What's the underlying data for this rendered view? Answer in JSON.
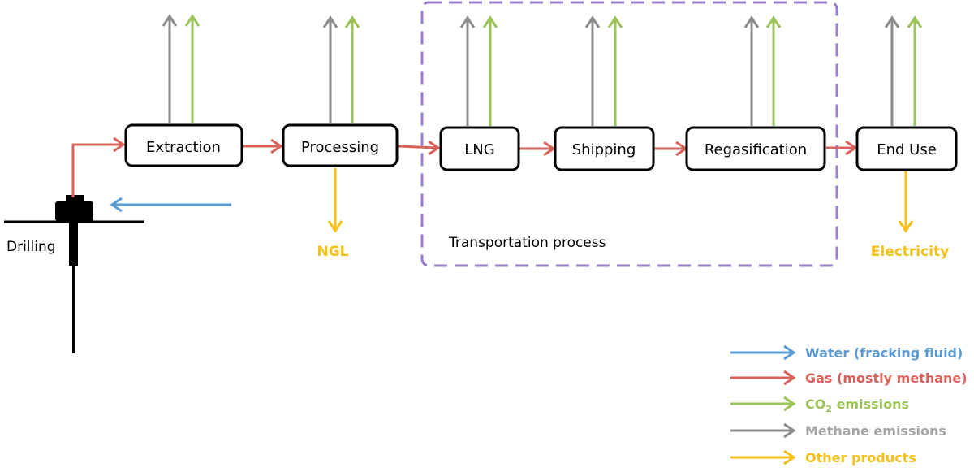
{
  "colors": {
    "water": "#5b9bd5",
    "gas": "#d9625b",
    "co2": "#9bc35a",
    "methane": "#8c8c8c",
    "product": "#f5c018",
    "transport_box": "#9b7fcf",
    "ink": "#000000"
  },
  "nodes": [
    {
      "id": "extraction",
      "label": "Extraction"
    },
    {
      "id": "processing",
      "label": "Processing"
    },
    {
      "id": "lng",
      "label": "LNG"
    },
    {
      "id": "shipping",
      "label": "Shipping"
    },
    {
      "id": "regasification",
      "label": "Regasification"
    },
    {
      "id": "end_use",
      "label": "End Use"
    }
  ],
  "drilling_label": "Drilling",
  "transport_group_label": "Transportation process",
  "products": {
    "ngl": "NGL",
    "electricity": "Electricity"
  },
  "legend": [
    {
      "key": "water",
      "label": "Water (fracking fluid)"
    },
    {
      "key": "gas",
      "label": "Gas (mostly methane)"
    },
    {
      "key": "co2",
      "label_main": "CO",
      "label_sub": "2",
      "label_rest": " emissions"
    },
    {
      "key": "methane",
      "label": "Methane emissions"
    },
    {
      "key": "product",
      "label": "Other products"
    }
  ]
}
